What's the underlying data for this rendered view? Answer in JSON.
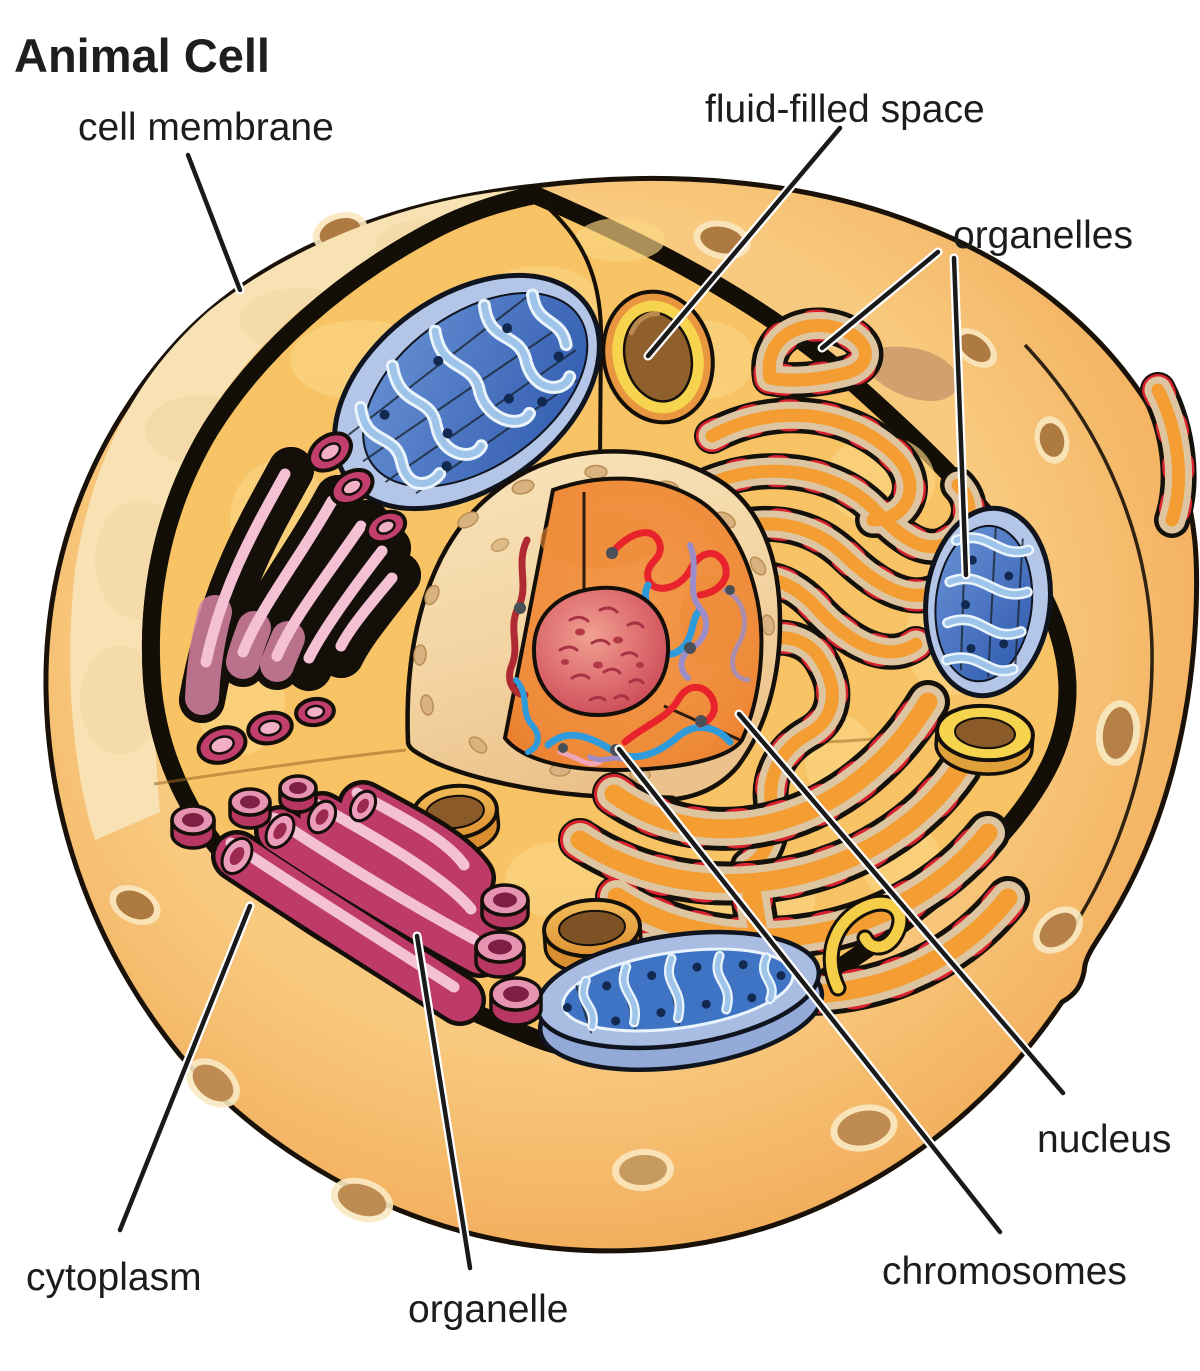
{
  "title": "Animal Cell",
  "labels": {
    "cell_membrane": "cell membrane",
    "fluid_filled_space": "fluid-filled space",
    "organelles": "organelles",
    "nucleus": "nucleus",
    "chromosomes": "chromosomes",
    "cytoplasm": "cytoplasm",
    "organelle": "organelle"
  },
  "colors": {
    "cell_surface": "#F2AE5C",
    "membrane_band": "#FFD84E",
    "cut_face_cream": "#F8E2B4",
    "cytoplasm_interior": "#F7C364",
    "nucleus_envelope": "#F5DCAF",
    "nucleus_interior": "#F09244",
    "nucleolus": "#D9575F",
    "chromosome_red": "#E8232B",
    "chromosome_blue": "#2F9BDB",
    "chromosome_purple": "#9C8DC8",
    "mitochondrion_rim": "#AFC3E6",
    "mitochondrion_body": "#3B69BC",
    "golgi_maroon": "#BE3A68",
    "golgi_pink": "#F3C1D3",
    "er_orange": "#F49D33",
    "er_edge_tan": "#DCC5A0",
    "ribosome_red": "#D8232E",
    "vesicle_brown": "#8A5A28",
    "pit_brown": "#AD7A41",
    "line_color": "#1a1a1a"
  }
}
